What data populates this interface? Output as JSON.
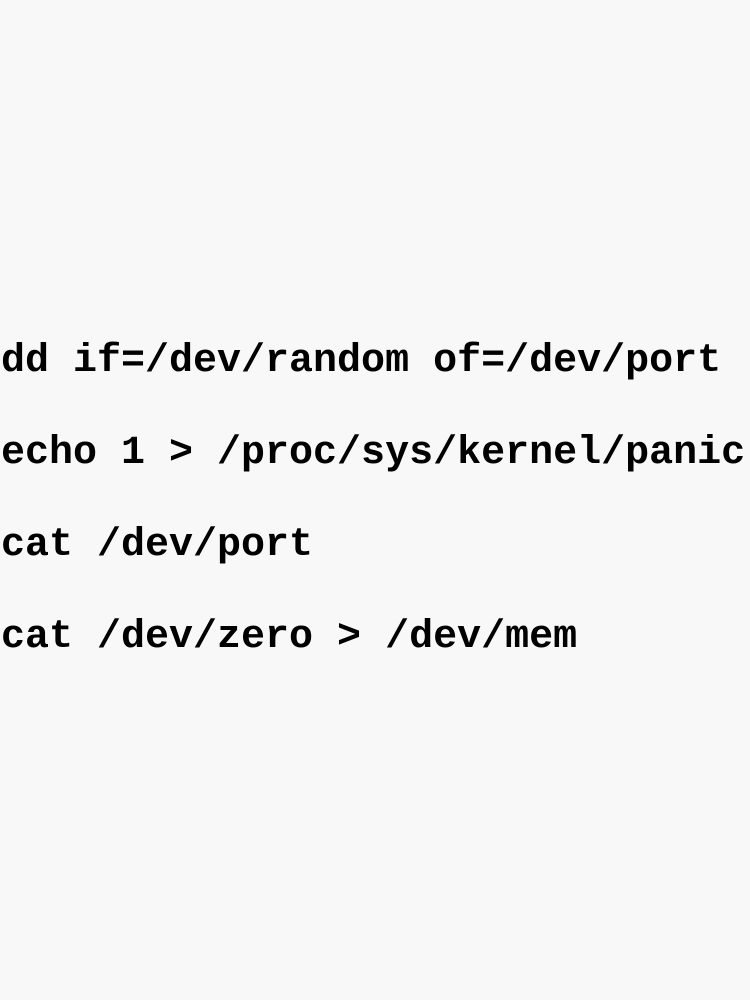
{
  "lines": [
    {
      "text": "dd if=/dev/random of=/dev/port"
    },
    {
      "text": "echo 1 > /proc/sys/kernel/panic"
    },
    {
      "text": "cat /dev/port"
    },
    {
      "text": "cat /dev/zero > /dev/mem"
    }
  ],
  "colors": {
    "background": "#f8f8f8",
    "text": "#000000"
  }
}
